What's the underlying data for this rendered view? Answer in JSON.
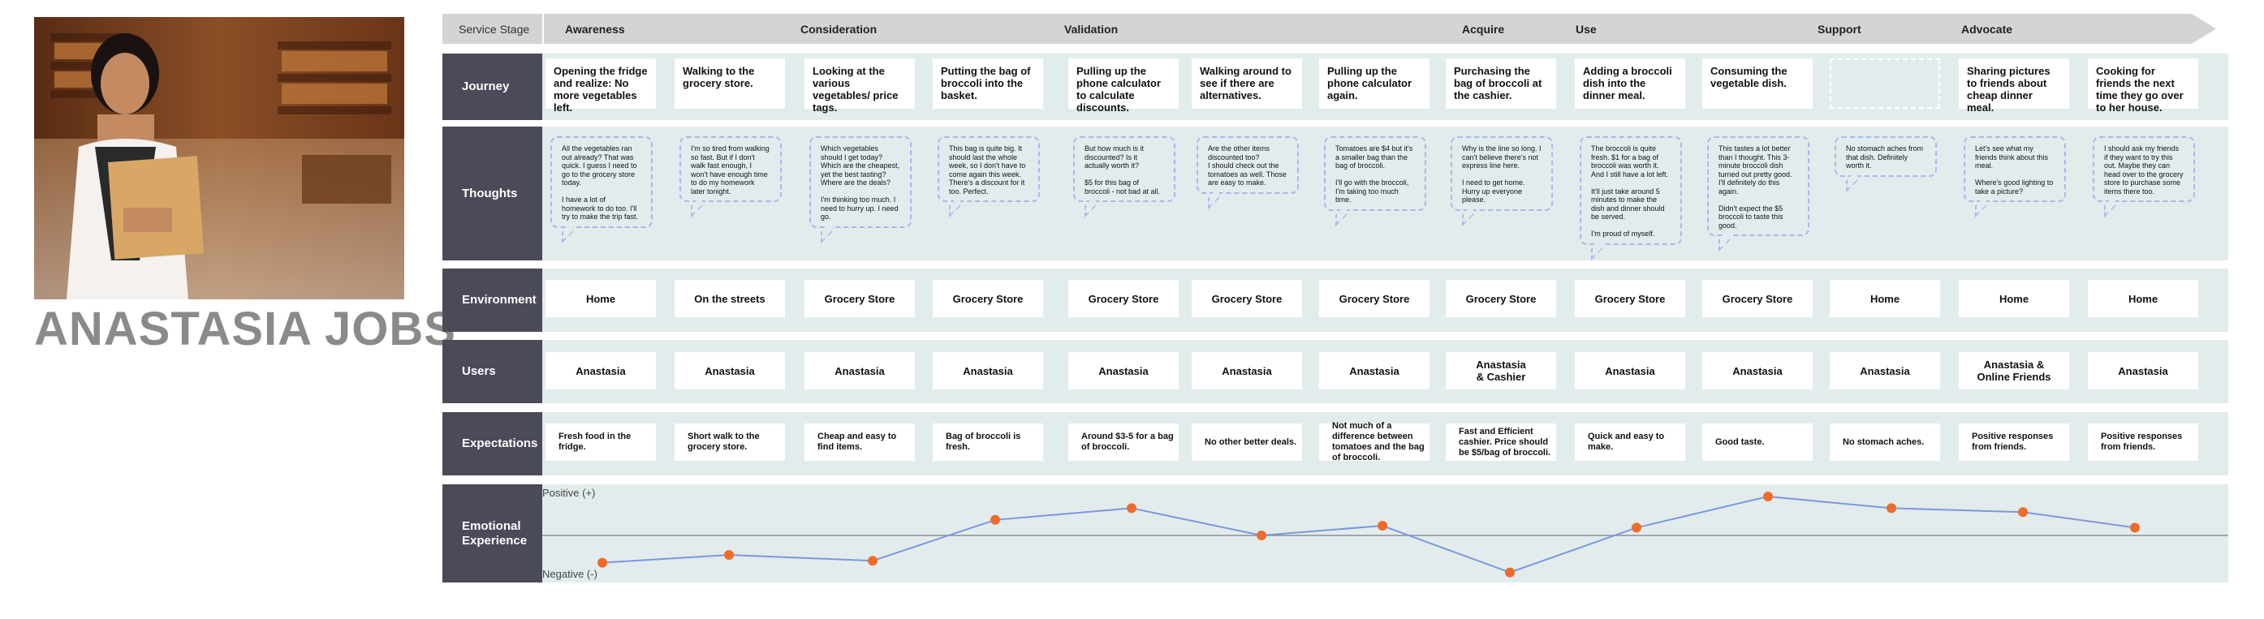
{
  "persona": {
    "name": "ANASTASIA JOBS"
  },
  "stage_label": "Service Stage",
  "stages": [
    {
      "label": "Awareness"
    },
    {
      "label": "Consideration"
    },
    {
      "label": "Validation"
    },
    {
      "label": "Acquire"
    },
    {
      "label": "Use"
    },
    {
      "label": "Support"
    },
    {
      "label": "Advocate"
    }
  ],
  "row_labels": {
    "journey": "Journey",
    "thoughts": "Thoughts",
    "environment": "Environment",
    "users": "Users",
    "expectations": "Expectations",
    "emotional": "Emotional Experience"
  },
  "journey": [
    "Opening the fridge and realize: No more vegetables left.",
    "Walking to the grocery store.",
    "Looking at the various vegetables/ price tags.",
    "Putting the bag of broccoli into the basket.",
    "Pulling up the phone calculator to calculate discounts.",
    "Walking around to see if there are alternatives.",
    "Pulling up the phone calculator again.",
    "Purchasing the bag of broccoli at the cashier.",
    "Adding a broccoli dish into the dinner meal.",
    "Consuming the vegetable dish.",
    "",
    "Sharing pictures to friends about cheap dinner meal.",
    "Cooking for friends the next time they go over to her house."
  ],
  "thoughts": [
    "All the vegetables ran out already? That was quick. I guess I need to go to the grocery store today.\n\nI have a lot of homework to do too. I'll try to make the trip fast.",
    "I'm so tired from walking so fast. But if I don't walk fast enough, I won't have enough time to do my homework later tonight.",
    "Which vegetables should I get today? Which are the cheapest, yet the best tasting?\nWhere are the deals?\n\nI'm thinking too much. I need to hurry up. I need go.",
    "This bag is quite big. It should last the whole week, so I don't have to come again this week. There's a discount for it too. Perfect.",
    "But how much is it discounted? Is it actually worth it?\n\n$5 for this bag of broccoli - not bad at all.",
    "Are the other items discounted too?\nI should check out the tomatoes as well. Those are easy to make.",
    "Tomatoes are $4 but it's a smaller bag than the bag of broccoli.\n\nI'll go with the broccoli, I'm taking too much time.",
    "Why is the line so long. I can't believe there's not express line here.\n\nI need to get home. Hurry up everyone please.",
    "The broccoli is quite fresh. $1 for a bag of broccoli was worth it. And I still have a lot left.\n\nIt'll just take around 5 minutes to make the dish and dinner should be served.\n\nI'm proud of myself.",
    "This tastes a lot better than I thought. This 3-minute broccoli dish turned out pretty good. I'll definitely do this again.\n\nDidn't expect the $5 broccoli to taste this good.",
    "No stomach aches from that dish. Definitely worth it.",
    "Let's see what my friends think about this meal.\n\nWhere's good lighting to take a picture?",
    "I should ask my friends if they want to try this out. Maybe they can head over to the grocery store to purchase some items there too."
  ],
  "environment": [
    "Home",
    "On the streets",
    "Grocery Store",
    "Grocery Store",
    "Grocery Store",
    "Grocery Store",
    "Grocery Store",
    "Grocery Store",
    "Grocery Store",
    "Grocery Store",
    "Home",
    "Home",
    "Home"
  ],
  "users": [
    "Anastasia",
    "Anastasia",
    "Anastasia",
    "Anastasia",
    "Anastasia",
    "Anastasia",
    "Anastasia",
    "Anastasia\n& Cashier",
    "Anastasia",
    "Anastasia",
    "Anastasia",
    "Anastasia &\nOnline Friends",
    "Anastasia"
  ],
  "expectations": [
    "Fresh food in the fridge.",
    "Short walk to the grocery store.",
    "Cheap and easy to find items.",
    "Bag of broccoli is fresh.",
    "Around $3-5 for a bag of broccoli.",
    "No other better deals.",
    "Not much of a difference between tomatoes and the bag of broccoli.",
    "Fast and Efficient cashier. Price should be $5/bag of broccoli.",
    "Quick and easy to make.",
    "Good taste.",
    "No stomach aches.",
    "Positive responses from friends.",
    "Positive responses from friends."
  ],
  "chart_data": {
    "type": "line",
    "positive_label": "Positive (+)",
    "negative_label": "Negative (-)",
    "series": [
      {
        "values": [
          -0.7,
          -0.5,
          -0.65,
          0.4,
          0.7,
          0.0,
          0.25,
          -0.95,
          0.2,
          1.0,
          0.7,
          0.6,
          0.2
        ]
      }
    ],
    "line_color": "#7a98e0",
    "marker_color": "#ef6b2a",
    "baseline_color": "#8a8f9a"
  }
}
